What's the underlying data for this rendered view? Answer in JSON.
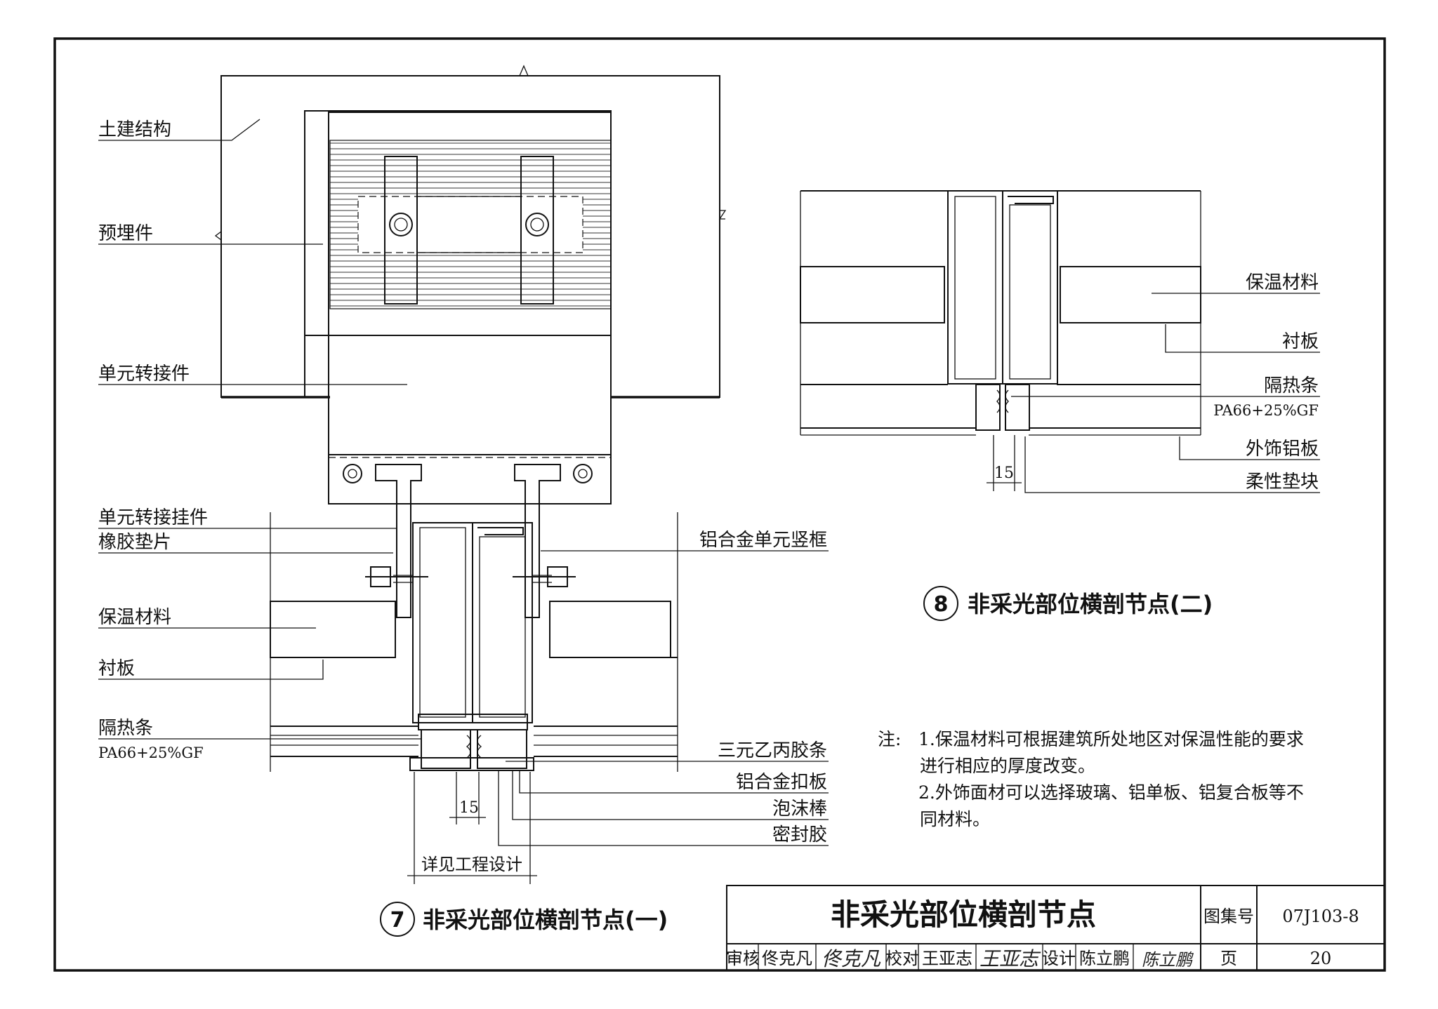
{
  "detail7": {
    "number": "7",
    "title": "非采光部位横剖节点(一)",
    "labels_left": [
      "土建结构",
      "预埋件",
      "单元转接件",
      "单元转接挂件",
      "橡胶垫片",
      "保温材料",
      "衬板",
      "隔热条",
      "PA66+25%GF"
    ],
    "labels_right": [
      "铝合金单元竖框",
      "三元乙丙胶条",
      "铝合金扣板",
      "泡沫棒",
      "密封胶"
    ],
    "dim_15": "15",
    "dim_project": "详见工程设计"
  },
  "detail8": {
    "number": "8",
    "title": "非采光部位横剖节点(二)",
    "labels_right": [
      "保温材料",
      "衬板",
      "隔热条",
      "PA66+25%GF",
      "外饰铝板",
      "柔性垫块"
    ],
    "dim_15": "15"
  },
  "notes": {
    "prefix": "注:",
    "line1": "1.保温材料可根据建筑所处地区对保温性能的要求",
    "line1b": "进行相应的厚度改变。",
    "line2": "2.外饰面材可以选择玻璃、铝单板、铝复合板等不",
    "line2b": "同材料。"
  },
  "titleblock": {
    "title": "非采光部位横剖节点",
    "atlas_label": "图集号",
    "atlas_no": "07J103-8",
    "review_label": "审核",
    "reviewer": "佟克凡",
    "reviewer_sig": "佟克凡",
    "check_label": "校对",
    "checker": "王亚志",
    "checker_sig": "王亚志",
    "design_label": "设计",
    "designer": "陈立鹏",
    "designer_sig": "陈立鹏",
    "page_label": "页",
    "page_no": "20"
  }
}
